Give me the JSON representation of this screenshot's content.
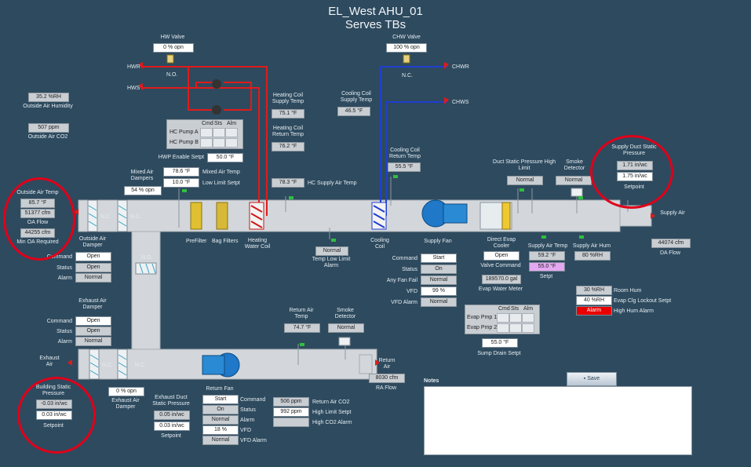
{
  "header": {
    "title": "EL_West AHU_01",
    "subtitle": "Serves TBs"
  },
  "hw_valve": {
    "label": "HW Valve",
    "value": "0 % opn",
    "nc_label": "N.O."
  },
  "chw_valve": {
    "label": "CHW Valve",
    "value": "100 % opn",
    "nc_label": "N.C."
  },
  "pipes": {
    "hwr": "HWR",
    "hws": "HWS",
    "chwr": "CHWR",
    "chws": "CHWS"
  },
  "outside_air": {
    "humidity_value": "35.2 %RH",
    "humidity_label": "Outside Air Humidity",
    "co2_value": "507 ppm",
    "co2_label": "Outside Air CO2",
    "temp_label": "Outside Air Temp",
    "temp_value": "85.7 °F",
    "flow_value": "51377 cfm",
    "flow_label": "OA Flow",
    "min_value": "44255 cfm",
    "min_label": "Min OA Required"
  },
  "hc_pumps": {
    "headers": [
      "Cmd",
      "Sts",
      "Alm"
    ],
    "rows": [
      "HC Pump A",
      "HC Pump B"
    ],
    "enable_label": "HWP Enable Setpt",
    "enable_value": "50.0 °F"
  },
  "heating_coil": {
    "supply_label": "Heating Coil Supply Temp",
    "supply_value": "75.1 °F",
    "return_label": "Heating Coil Return Temp",
    "return_value": "76.2 °F",
    "hc_supply_air_value": "78.3 °F",
    "hc_supply_air_label": "HC Supply Air Temp",
    "coil_label": "Heating Water Coil"
  },
  "cooling_coil": {
    "supply_label": "Cooling Coil Supply Temp",
    "supply_value": "46.5 °F",
    "return_label": "Cooling Coil Return Temp",
    "return_value": "55.5 °F",
    "coil_label": "Cooling Coil"
  },
  "mixed_air": {
    "dampers_label": "Mixed Air Dampers",
    "dampers_value": "54 % opn",
    "temp_value": "78.6 °F",
    "temp_label": "Mixed Air Temp",
    "low_limit_value": "10.0 °F",
    "low_limit_label": "Low Limit Setpt"
  },
  "filters": {
    "prefilter": "PreFilter",
    "bag": "Bag Filters"
  },
  "temp_low_limit": {
    "value": "Normal",
    "label": "Temp Low Limit Alarm"
  },
  "dampers": {
    "nc1": "N.C.",
    "nc2": "N.C.",
    "no": "N.O.",
    "nc3": "N.C.",
    "nc4": "N.C."
  },
  "oa_damper": {
    "title": "Outside Air Damper",
    "rows": [
      {
        "label": "Command",
        "value": "Open"
      },
      {
        "label": "Status",
        "value": "Open"
      },
      {
        "label": "Alarm",
        "value": "Normal"
      }
    ]
  },
  "ea_damper": {
    "title": "Exhaust Air Damper",
    "rows": [
      {
        "label": "Command",
        "value": "Open"
      },
      {
        "label": "Status",
        "value": "Open"
      },
      {
        "label": "Alarm",
        "value": "Normal"
      }
    ],
    "value": "0 % opn",
    "label": "Exhaust Air Damper"
  },
  "supply_fan": {
    "title": "Supply Fan",
    "rows": [
      {
        "label": "Command",
        "value": "Start"
      },
      {
        "label": "Status",
        "value": "On"
      },
      {
        "label": "Any Fan Fail",
        "value": "Normal"
      },
      {
        "label": "VFD",
        "value": "99 %"
      },
      {
        "label": "VFD Alarm",
        "value": "Normal"
      }
    ]
  },
  "duct_static": {
    "high_limit_label": "Duct Static Pressure High Limit",
    "high_limit_value": "Normal",
    "smoke_label": "Smoke Detector",
    "smoke_value": "Normal",
    "supply_label": "Supply Duct Static Pressure",
    "supply_value": "1.71 in/wc",
    "setpoint_value": "1.75 in/wc",
    "setpoint_label": "Setpoint"
  },
  "supply_air": {
    "label": "Supply Air",
    "flow_value": "44074 cfm",
    "flow_label": "DA Flow",
    "temp_label": "Supply Air Temp",
    "temp_value": "59.2 °F",
    "setpt_value": "55.0 °F",
    "setpt_label": "Setpt",
    "hum_label": "Supply Air Hum",
    "hum_value": "80 %RH"
  },
  "evap": {
    "cooler_label": "Direct Evap Cooler",
    "cooler_value": "Open",
    "valve_label": "Valve Command",
    "meter_value": "189570.0 gal",
    "meter_label": "Evap Water Meter",
    "pump_headers": [
      "Cmd",
      "Sts",
      "Alm"
    ],
    "pumps": [
      "Evap Pmp 1",
      "Evap Pmp 2"
    ],
    "sump_value": "55.0 °F",
    "sump_label": "Sump Drain Setpt"
  },
  "room_hum": {
    "value": "30 %RH",
    "label": "Room Hum",
    "lockout_value": "40 %RH",
    "lockout_label": "Evap Clg Lockout Setpt",
    "alarm_value": "Alarm",
    "alarm_label": "High Hum Alarm"
  },
  "return_air": {
    "temp_label": "Return Air Temp",
    "temp_value": "74.7 °F",
    "smoke_label": "Smoke Detector",
    "smoke_value": "Normal",
    "label": "Return Air",
    "flow_value": "8030 cfm",
    "flow_label": "RA Flow",
    "co2_value": "506 ppm",
    "co2_label": "Return Air CO2",
    "high_limit_value": "992 ppm",
    "high_limit_label": "High Limit Setpt",
    "high_co2_label": "High CO2 Alarm"
  },
  "return_fan": {
    "title": "Return Fan",
    "rows": [
      {
        "label": "Command",
        "value": "Start"
      },
      {
        "label": "Status",
        "value": "On"
      },
      {
        "label": "Alarm",
        "value": "Normal"
      },
      {
        "label": "VFD",
        "value": "18 %"
      },
      {
        "label": "VFD Alarm",
        "value": "Normal"
      }
    ]
  },
  "exhaust": {
    "exhaust_air_label": "Exhaust Air",
    "duct_label": "Exhaust Duct Static Pressure",
    "duct_value": "0.05 in/wc",
    "duct_setpoint_value": "0.03 in/wc",
    "duct_setpoint_label": "Setpoint"
  },
  "building": {
    "label": "Building Static Pressure",
    "value": "-0.03 in/wc",
    "setpoint_value": "0.03 in/wc",
    "setpoint_label": "Setpoint"
  },
  "notes": {
    "label": "Notes",
    "save_label": "Save"
  },
  "colors": {
    "background": "#2e4a5e",
    "hot_water": "#e01b1b",
    "chilled_water": "#1f3fd0",
    "alarm": "#e80000",
    "highlight": "#e0001a"
  }
}
